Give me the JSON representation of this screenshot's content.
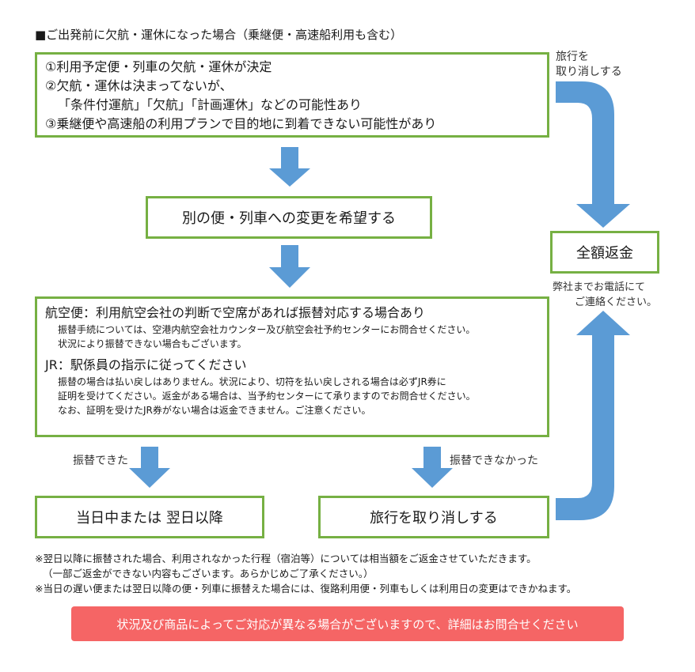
{
  "title": "■ご出発前に欠航・運休になった場合（乗継便・高速船利用も含む）",
  "box1": {
    "lines": [
      "①利用予定便・列車の欠航・運休が決定",
      "②欠航・運休は決まってないが、",
      "「条件付運航」「欠航」「計画運休」などの可能性あり",
      "③乗継便や高速船の利用プランで目的地に到着できない可能性があり"
    ]
  },
  "box2": {
    "label": "別の便・列車への変更を希望する"
  },
  "box3": {
    "air_head": "航空便：利用航空会社の判断で空席があれば振替対応する場合あり",
    "air_lines": [
      "振替手続については、空港内航空会社カウンター及び航空会社予約センターにお問合せください。",
      "状況により振替できない場合もございます。"
    ],
    "jr_head": "JR：駅係員の指示に従ってください",
    "jr_lines": [
      "振替の場合は払い戻しはありません。状況により、切符を払い戻しされる場合は必ずJR券に",
      "証明を受けてください。返金がある場合は、当予約センターにて承りますのでお問合せください。",
      "なお、証明を受けたJR券がない場合は返金できません。ご注意ください。"
    ]
  },
  "box_left": {
    "label": "当日中または 翌日以降"
  },
  "box_right": {
    "label": "旅行を取り消しする"
  },
  "box_refund": {
    "label": "全額返金"
  },
  "labels": {
    "cancel_line1": "旅行を",
    "cancel_line2": "取り消しする",
    "transfer_ok": "振替できた",
    "transfer_ng": "振替できなかった",
    "phone_line1": "弊社までお電話にて",
    "phone_line2": "ご連絡ください。"
  },
  "notes": [
    "※翌日以降に振替された場合、利用されなかった行程（宿泊等）については相当額をご返金させていただきます。",
    "（一部ご返金ができない内容もございます。あらかじめご了承ください。）",
    "※当日の遅い便または翌日以降の便・列車に振替えた場合には、復路利用便・列車もしくは利用日の変更はできかねます。"
  ],
  "banner": "状況及び商品によってご対応が異なる場合がございますので、詳細はお問合せください",
  "colors": {
    "box_border": "#76b043",
    "arrow": "#5b9bd5",
    "banner": "#f56565"
  }
}
